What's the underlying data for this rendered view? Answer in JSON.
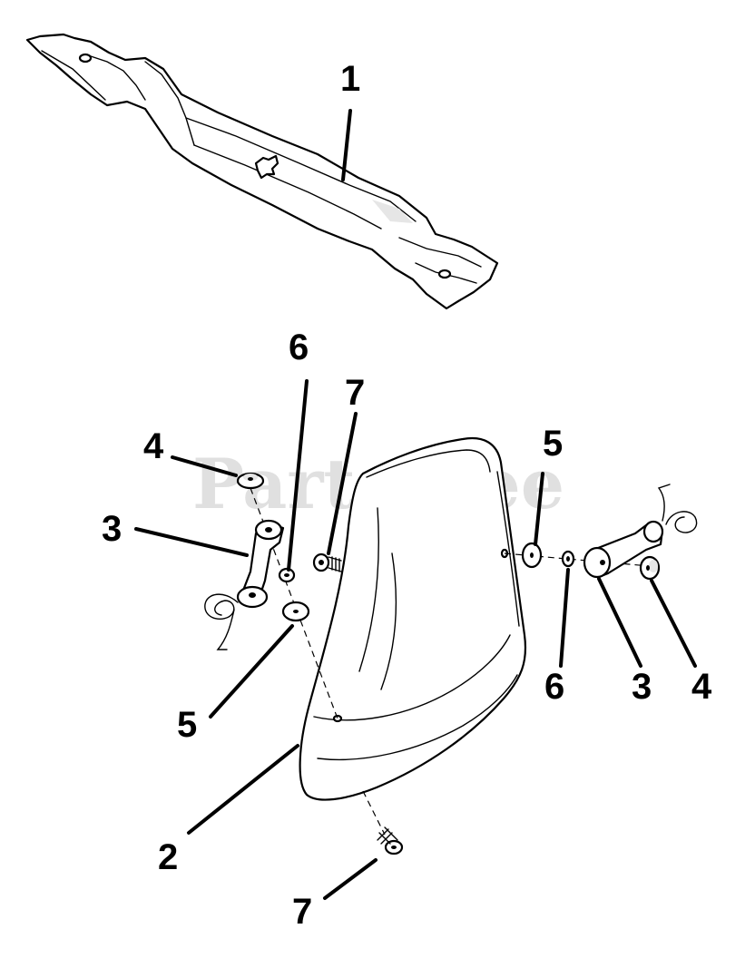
{
  "watermark": "PartsTree",
  "callouts": {
    "blade": "1",
    "deflector": "2",
    "bracket_left": "3",
    "bracket_right": "3",
    "nut_left": "4",
    "nut_right": "4",
    "washer_left": "5",
    "washer_right": "5",
    "lockwasher_left": "6",
    "lockwasher_right": "6",
    "screw_upper": "7",
    "screw_lower": "7"
  }
}
